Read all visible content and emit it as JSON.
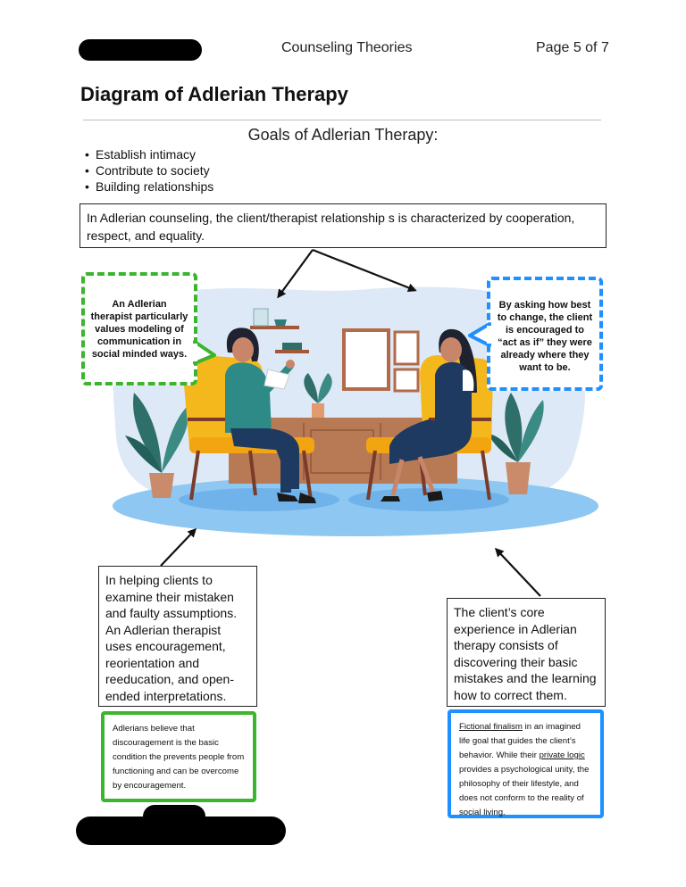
{
  "header": {
    "course": "Counseling Theories",
    "page": "Page 5 of 7"
  },
  "title": "Diagram of Adlerian Therapy",
  "goals": {
    "heading": "Goals of Adlerian Therapy:",
    "items": [
      "Establish intimacy",
      "Contribute to society",
      "Building relationships"
    ]
  },
  "relationship_box": "In Adlerian counseling, the client/therapist relationship s is characterized by cooperation, respect, and equality.",
  "bubble_left": "An Adlerian therapist particularly values modeling of communication in social minded ways.",
  "bubble_right": "By asking how best to change, the client is encouraged to “act as if” they were already where they want to be.",
  "box_left": "In helping clients to examine their mistaken and faulty assumptions. An Adlerian therapist uses encouragement, reorientation and reeducation, and open-ended interpretations.",
  "box_right": "The client’s core experience in Adlerian therapy consists of discovering their basic mistakes and the learning how to correct them.",
  "note_left": "Adlerians believe that discouragement is the basic condition the prevents people from functioning and can be overcome by encouragement.",
  "note_right": {
    "term1": "Fictional finalism",
    "part1": " in an imagined life goal that guides the client’s behavior. While their ",
    "term2": "private logic",
    "part2": " provides a psychological unity, the philosophy of their lifestyle, and does not conform to the reality of social living."
  },
  "colors": {
    "green_border": "#3bb52d",
    "blue_border": "#1e90ff",
    "chair": "#f5b81c",
    "backdrop": "#dde9f6",
    "floor": "#8ec7f2"
  }
}
